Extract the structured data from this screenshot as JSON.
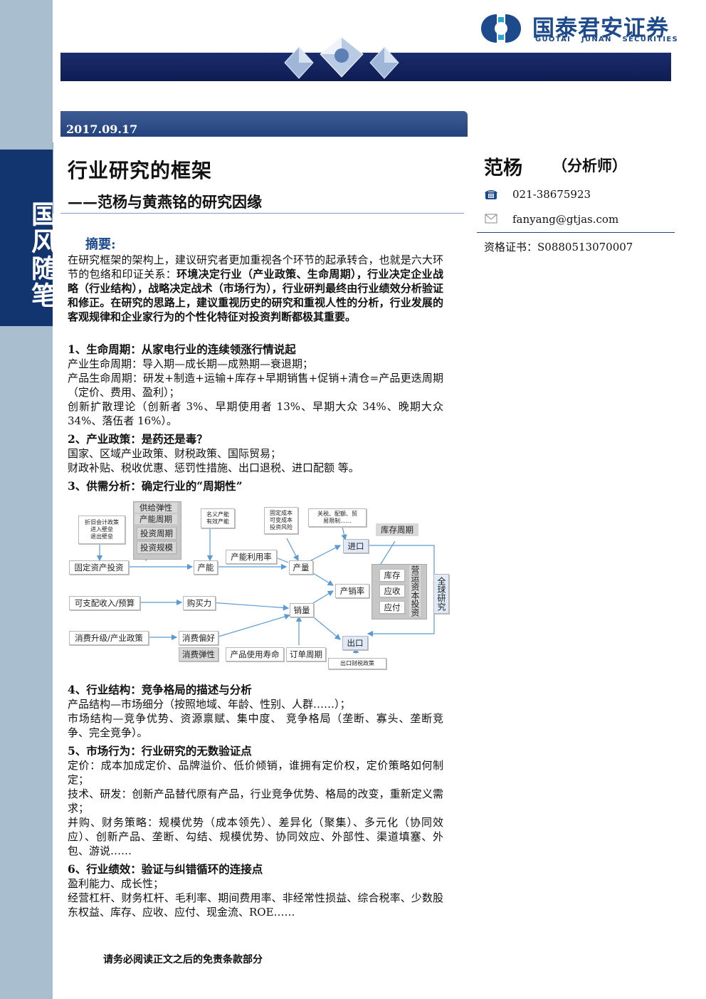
{
  "side": {
    "label": "国风随笔"
  },
  "logo": {
    "cn": "国泰君安证券",
    "en": "GUOTAI JUNAN SECURITIES"
  },
  "report_date": "2017.09.17",
  "title": "行业研究的框架",
  "subtitle": "——范杨与黄燕铭的研究因缘",
  "analyst": {
    "name": "范杨",
    "role": "（分析师）",
    "phone": "021-38675923",
    "email": "fanyang@gtjas.com",
    "cert": "资格证书：S0880513070007"
  },
  "abstract": {
    "label": "摘要:",
    "lead": "在研究框架的架构上，建议研究者更加重视各个环节的起承转合，也就是六大环节的包络和印证关系：",
    "bold": "环境决定行业（产业政策、生命周期），行业决定企业战略（行业结构），战略决定战术（市场行为），行业研判最终由行业绩效分析验证和修正。在研究的思路上，建议重视历史的研究和重视人性的分析，行业发展的客观规律和企业家行为的个性化特征对投资判断都极其重要。"
  },
  "sections": [
    {
      "heading": "1、生命周期：从家电行业的连续领涨行情说起",
      "lines": [
        "产业生命周期：导入期—成长期—成熟期—衰退期；",
        "产品生命周期：研发+制造+运输+库存+早期销售+促销+清仓=产品更迭周期（定价、费用、盈利）；",
        "创新扩散理论（创新者 3%、早期使用者 13%、早期大众 34%、晚期大众 34%、落伍者 16%）。"
      ]
    },
    {
      "heading": "2、产业政策：是药还是毒？",
      "lines": [
        "国家、区域产业政策、财税政策、国际贸易；",
        "财政补贴、税收优惠、惩罚性措施、出口退税、进口配额 等。"
      ]
    },
    {
      "heading": "3、供需分析：确定行业的“周期性”",
      "lines": []
    },
    {
      "heading": "4、行业结构：竞争格局的描述与分析",
      "lines": [
        "产品结构—市场细分（按照地域、年龄、性别、人群……）；",
        "市场结构—竞争优势、资源禀赋、集中度、 竞争格局（垄断、寡头、垄断竞争、完全竞争）。"
      ]
    },
    {
      "heading": "5、市场行为：行业研究的无数验证点",
      "lines": [
        "定价：成本加成定价、品牌溢价、低价倾销，谁拥有定价权，定价策略如何制定；",
        "技术、研发：创新产品替代原有产品，行业竞争优势、格局的改变，重新定义需求；",
        "并购、财务策略：规模优势（成本领先）、差异化（聚集）、多元化（协同效应）、创新产品、垄断、勾结、规模优势、协同效应、外部性、渠道填塞、外包、游说……"
      ]
    },
    {
      "heading": "6、行业绩效：验证与纠错循环的连接点",
      "lines": [
        "盈利能力、成长性；",
        "经营杠杆、财务杠杆、毛利率、期间费用率、非经常性损益、综合税率、少数股东权益、库存、应收、应付、现金流、ROE……"
      ]
    }
  ],
  "diagram": {
    "accounting": "折旧会计政策\n进入壁垒\n退出壁垒",
    "supply_elasticity": "供给弹性",
    "capacity_cycle": "产能周期",
    "investment_cycle": "投资周期",
    "investment_scale": "投资规模",
    "nominal_capacity": "名义产能\n有效产能",
    "fixed_cost": "固定成本\n可变成本\n投资风险",
    "tariff": "关税、配额、贸\n易限制……",
    "inventory_cycle": "库存周期",
    "import": "进口",
    "fixed_asset": "固定资产投资",
    "capacity": "产能",
    "utilization": "产能利用率",
    "output": "产量",
    "inventory": "库存",
    "receivable": "应收",
    "payable": "应付",
    "working_capital": "营运资本投资",
    "global_research": "全球研究",
    "sell_through": "产销率",
    "disposable_income": "可支配收入/预算",
    "purchasing_power": "购买力",
    "sales": "销量",
    "consumption_upgrade": "消费升级/产业政策",
    "preference": "消费偏好",
    "elasticity": "消费弹性",
    "product_life": "产品使用寿命",
    "order_cycle": "订单周期",
    "export": "出口",
    "export_policy": "出口财税政策"
  },
  "footer": "请务必阅读正文之后的免责条款部分"
}
